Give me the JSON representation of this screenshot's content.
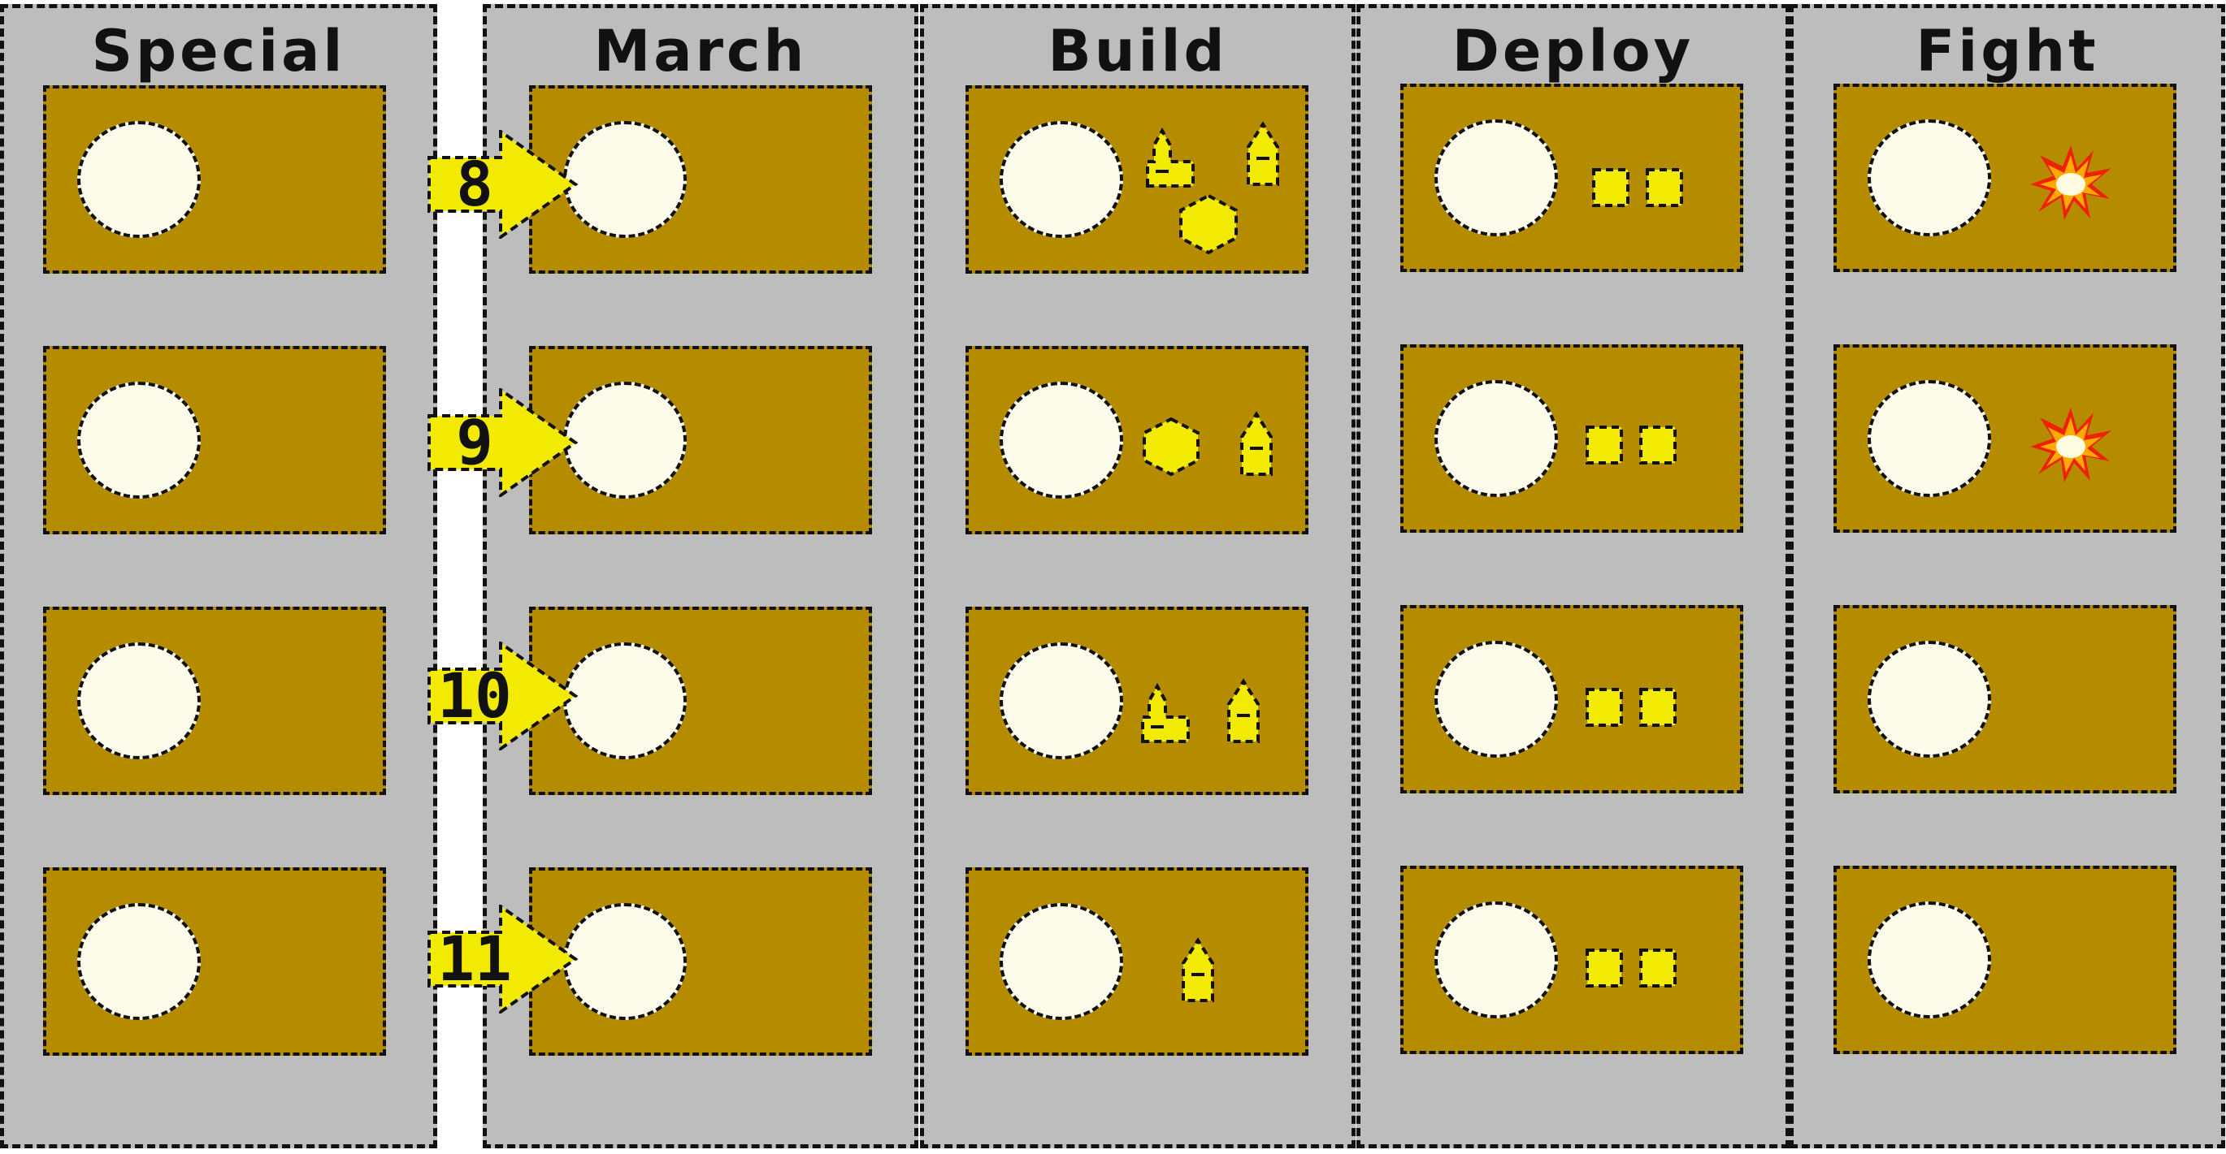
{
  "colors": {
    "panel": "#bdbdbd",
    "card": "#b58c00",
    "slot": "#fdfceb",
    "token": "#f2ea00",
    "outline": "#111111",
    "explosion_outer": "#ee2200",
    "explosion_mid": "#ffaa00",
    "explosion_core": "#fffbe0"
  },
  "columns": [
    {
      "title": "Special",
      "cards": [
        {
          "pieces": []
        },
        {
          "pieces": []
        },
        {
          "pieces": []
        },
        {
          "pieces": []
        }
      ]
    },
    {
      "title": "March",
      "cards": [
        {
          "pieces": []
        },
        {
          "pieces": []
        },
        {
          "pieces": []
        },
        {
          "pieces": []
        }
      ]
    },
    {
      "title": "Build",
      "cards": [
        {
          "pieces": [
            "fort-icon",
            "tower-icon",
            "hex-token-icon"
          ]
        },
        {
          "pieces": [
            "hex-token-icon",
            "tower-icon"
          ]
        },
        {
          "pieces": [
            "fort-icon",
            "tower-icon"
          ]
        },
        {
          "pieces": [
            "tower-icon"
          ]
        }
      ]
    },
    {
      "title": "Deploy",
      "cards": [
        {
          "pieces": [
            "cube-icon",
            "cube-icon"
          ]
        },
        {
          "pieces": [
            "cube-icon",
            "cube-icon"
          ]
        },
        {
          "pieces": [
            "cube-icon",
            "cube-icon"
          ]
        },
        {
          "pieces": [
            "cube-icon",
            "cube-icon"
          ]
        }
      ]
    },
    {
      "title": "Fight",
      "cards": [
        {
          "pieces": [
            "explosion-icon"
          ]
        },
        {
          "pieces": [
            "explosion-icon"
          ]
        },
        {
          "pieces": []
        },
        {
          "pieces": []
        }
      ]
    }
  ],
  "arrows": [
    {
      "label": "8"
    },
    {
      "label": "9"
    },
    {
      "label": "10"
    },
    {
      "label": "11"
    }
  ]
}
